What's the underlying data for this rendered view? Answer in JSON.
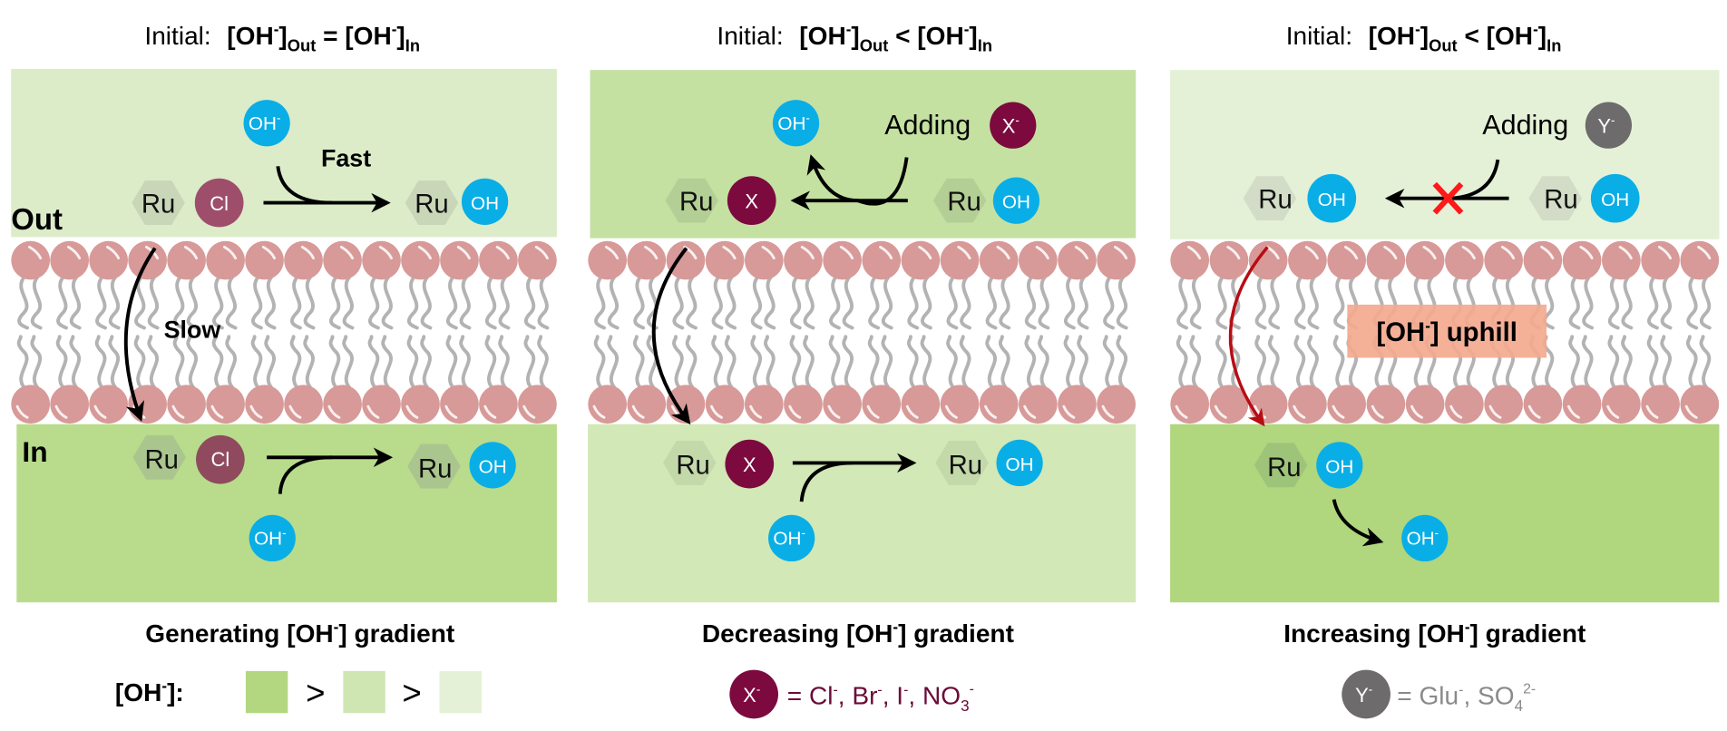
{
  "colors": {
    "high_oh": "#b3d781",
    "mid_oh": "#cfe6b3",
    "low_oh": "#e4f1d7",
    "ru_hex": "#c9d6b8",
    "ru_hex_dark": "#abc58f",
    "oh_ion": "#0aaee6",
    "cl_ion": "#9e4e6b",
    "x_ion": "#7c0a3e",
    "y_ion": "#6d6b6b",
    "lipid_head": "#d79a98",
    "lipid_tail": "#b3b3b3",
    "uphill_box": "#f4a98f",
    "blocked": "#ff1a1a",
    "red_arrow": "#b80c14",
    "x_legend_text": "#6b0a38",
    "y_legend_text": "#8a8a8a"
  },
  "panels": [
    {
      "title_prefix": "Initial:",
      "title_lhs": "[OH",
      "title_sup": "-",
      "title_sub_out": "Out",
      "title_op": "=",
      "title_sub_in": "In",
      "caption_prefix": "Generating [OH",
      "caption_sup": "-",
      "caption_suffix": "] gradient",
      "out_label": "Out",
      "in_label": "In",
      "fast_label": "Fast",
      "slow_label": "Slow"
    },
    {
      "title_prefix": "Initial:",
      "title_lhs": "[OH",
      "title_sup": "-",
      "title_sub_out": "Out",
      "title_op": "<",
      "title_sub_in": "In",
      "caption_prefix": "Decreasing [OH",
      "caption_sup": "-",
      "caption_suffix": "] gradient",
      "adding_label": "Adding"
    },
    {
      "title_prefix": "Initial:",
      "title_lhs": "[OH",
      "title_sup": "-",
      "title_sub_out": "Out",
      "title_op": "<",
      "title_sub_in": "In",
      "caption_prefix": "Increasing [OH",
      "caption_sup": "-",
      "caption_suffix": "] gradient",
      "adding_label": "Adding",
      "uphill_prefix": "[OH",
      "uphill_sup": "-",
      "uphill_suffix": "] uphill"
    }
  ],
  "species": {
    "ru": "Ru",
    "cl": "Cl",
    "oh": "OH",
    "oh_minus": "OH",
    "minus": "-",
    "x": "X",
    "x_minus": "X",
    "y_minus": "Y"
  },
  "legend": {
    "oh_label_prefix": "[OH",
    "oh_label_sup": "-",
    "oh_label_suffix": "]:",
    "gt": ">",
    "x_def": "= Cl",
    "x_def_rest1": ", Br",
    "x_def_rest2": ", I",
    "x_def_rest3": ", NO",
    "x_def_sub": "3",
    "x_sup": "-",
    "y_def": "= Glu",
    "y_def_rest": ", SO",
    "y_def_sub": "4",
    "y_def_sup": "2-",
    "y_sup": "-"
  }
}
